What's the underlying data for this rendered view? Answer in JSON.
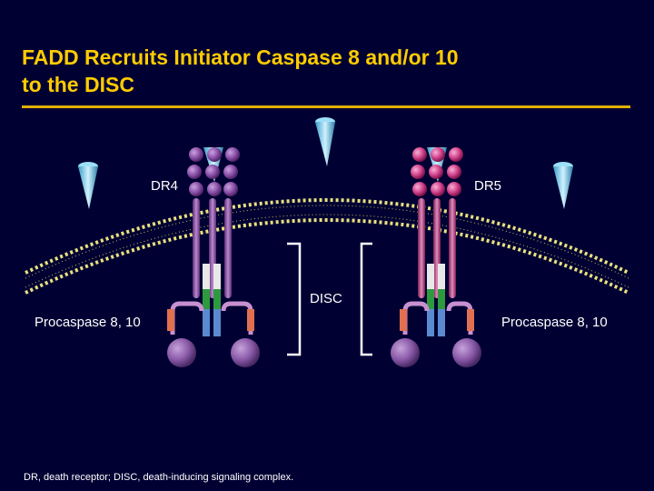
{
  "title_line1": "FADD Recruits Initiator Caspase 8 and/or 10",
  "title_line2": "to the DISC",
  "labels": {
    "dr4": "DR4",
    "dr5": "DR5",
    "disc": "DISC",
    "procaspase_left": "Procaspase 8, 10",
    "procaspase_right": "Procaspase 8, 10"
  },
  "footnote": "DR, death receptor; DISC, death-inducing signaling complex.",
  "colors": {
    "background": "#000033",
    "title": "#FFCC00",
    "rule": "#E0B000",
    "dr4_ligand": "#8A4FA8",
    "dr5_ligand": "#D0408A",
    "membrane_head": "#E8E080",
    "ligand_drop": "#7FD4F0",
    "procaspase": "#8A5AA8"
  }
}
